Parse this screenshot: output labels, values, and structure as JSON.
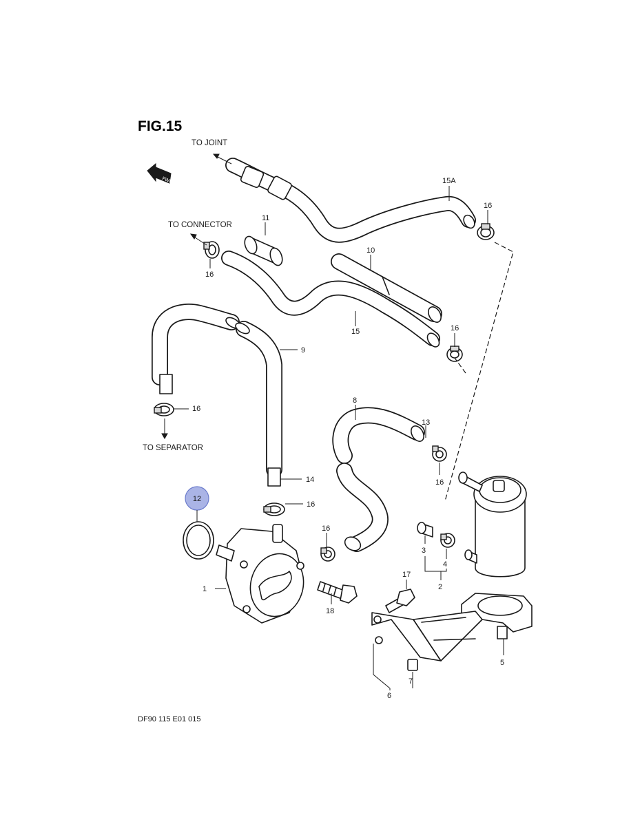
{
  "figure": {
    "title": "FIG.15",
    "code": "DF90 115 E01  015"
  },
  "notes": {
    "to_joint": "TO JOINT",
    "to_connector": "TO CONNECTOR",
    "to_separator": "TO SEPARATOR",
    "fwd": "FWD"
  },
  "callouts": {
    "p1": "1",
    "p2": "2",
    "p3": "3",
    "p4": "4",
    "p5": "5",
    "p6": "6",
    "p7": "7",
    "p8": "8",
    "p9": "9",
    "p10": "10",
    "p11": "11",
    "p12": "12",
    "p13": "13",
    "p14": "14",
    "p15": "15",
    "p15a": "15A",
    "p17": "17",
    "p18": "18",
    "p16": "16"
  },
  "highlight": {
    "part": "12",
    "color": "#aab4e6"
  }
}
